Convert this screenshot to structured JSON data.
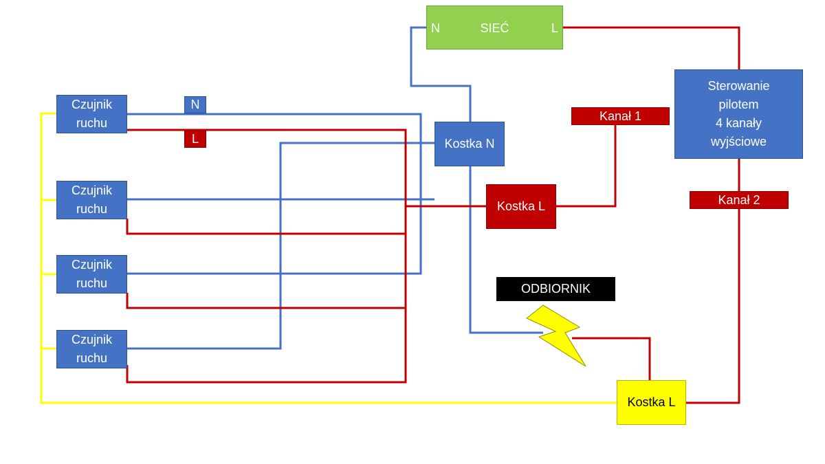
{
  "colors": {
    "wire_neutral": "#4472c4",
    "wire_live": "#c00000",
    "wire_signal": "#ffff00",
    "sensor_fill": "#4472c4",
    "network_fill": "#92d050",
    "receiver_fill": "#ffff00"
  },
  "network": {
    "title": "SIEĆ",
    "n_label": "N",
    "l_label": "L"
  },
  "sensors": [
    {
      "label": "Czujnik\nruchu"
    },
    {
      "label": "Czujnik\nruchu"
    },
    {
      "label": "Czujnik\nruchu"
    },
    {
      "label": "Czujnik\nruchu"
    }
  ],
  "wire_tags": {
    "neutral": "N",
    "live": "L"
  },
  "junctions": {
    "neutral_block": "Kostka N",
    "live_block": "Kostka L",
    "output_block": "Kostka L"
  },
  "controller": {
    "label": "Sterowanie\npilotem\n4 kanały\nwyjściowe"
  },
  "channels": {
    "channel_1": "Kanał 1",
    "channel_2": "Kanał 2"
  },
  "receiver": {
    "label": "ODBIORNIK",
    "icon": "lightning-icon"
  }
}
